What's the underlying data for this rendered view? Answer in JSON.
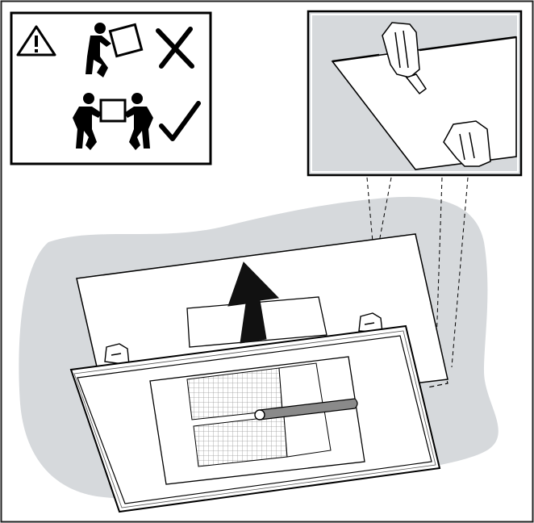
{
  "figure": {
    "warning_panel": {
      "icons": [
        "warning-triangle-icon",
        "single-person-lifting-icon",
        "cross-mark-icon",
        "two-person-lifting-icon",
        "check-mark-icon"
      ],
      "meaning": {
        "single_person": "not allowed",
        "two_persons": "allowed"
      }
    },
    "detail_inset": {
      "icons": [
        "mounting-clip-icon",
        "mounting-clip-icon"
      ]
    },
    "main_scene": {
      "icons": [
        "ceiling-outline",
        "lift-up-arrow-icon",
        "hood-body",
        "grease-filter-icon",
        "handle-bar-icon"
      ]
    },
    "colors": {
      "line": "#000000",
      "ceiling_gray": "#d6d9dc",
      "mesh": "#9a9a9a",
      "frame": "#222222"
    }
  }
}
